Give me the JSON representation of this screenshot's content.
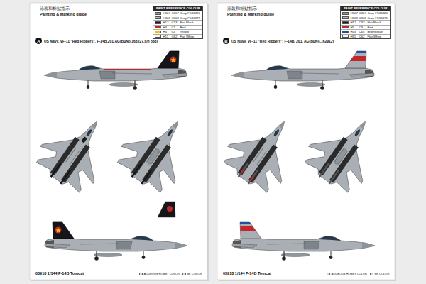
{
  "diagram": {
    "nodes": [
      {
        "text": [
          "涂装和标贴指示",
          "Painting & Marking guide",
          "03918 1/144 F-14B Tomcat"
        ]
      },
      {
        "text": [
          "PAINT REFERENCE COLOUR"
        ],
        "in": 0
      },
      {
        "text": [
          "A"
        ],
        "in": 0
      },
      {
        "text": [
          "涂装和标贴指示",
          "Painting & Marking guide",
          "03918 1/144 F-14B Tomcat"
        ]
      },
      {
        "text": [
          "PAINT REFERENCE COLOUR"
        ],
        "in": 3
      },
      {
        "text": [
          "B"
        ],
        "in": 3
      }
    ],
    "labels": [
      "US Navy, VF-11 \"Red Rippers\", F-14B,201,AG(BuNo.163227,s/n 588)",
      "US Navy, VF-11 \"Red Rippers\", F-14B, 201, AG(BuNo.162912)",
      "H307",
      "C307",
      "H308",
      "C308",
      "H12",
      "C33",
      "H3",
      "C3",
      "H4",
      "C4",
      "H11",
      "C62",
      "H307",
      "C307",
      "H308",
      "C308",
      "H12",
      "C33",
      "H3",
      "C3",
      "H15",
      "C65",
      "H11",
      "C62"
    ],
    "legend": [
      {
        "text": "Gray FS36320",
        "color": "#8e959c"
      },
      {
        "text": "Gray FS36375",
        "color": "#b3b8bc"
      },
      {
        "text": "Flat Black",
        "color": "#1b1b1b"
      },
      {
        "text": "Red",
        "color": "#c1272d"
      },
      {
        "text": "Yellow",
        "color": "#f2c500"
      },
      {
        "text": "Flat White",
        "color": "#f4f4f4"
      },
      {
        "text": "AQUEOUS HOBBY COLOR"
      },
      {
        "text": "Mr. COLOR"
      },
      {
        "text": "Gray FS36320",
        "color": "#8e959c"
      },
      {
        "text": "Gray FS36375",
        "color": "#b3b8bc"
      },
      {
        "text": "Flat Black",
        "color": "#1b1b1b"
      },
      {
        "text": "Red",
        "color": "#c1272d"
      },
      {
        "text": "Bright Blue",
        "color": "#1f4fa0"
      },
      {
        "text": "Flat White",
        "color": "#f4f4f4"
      },
      {
        "text": "AQUEOUS HOBBY COLOR"
      },
      {
        "text": "Mr. COLOR"
      }
    ]
  }
}
